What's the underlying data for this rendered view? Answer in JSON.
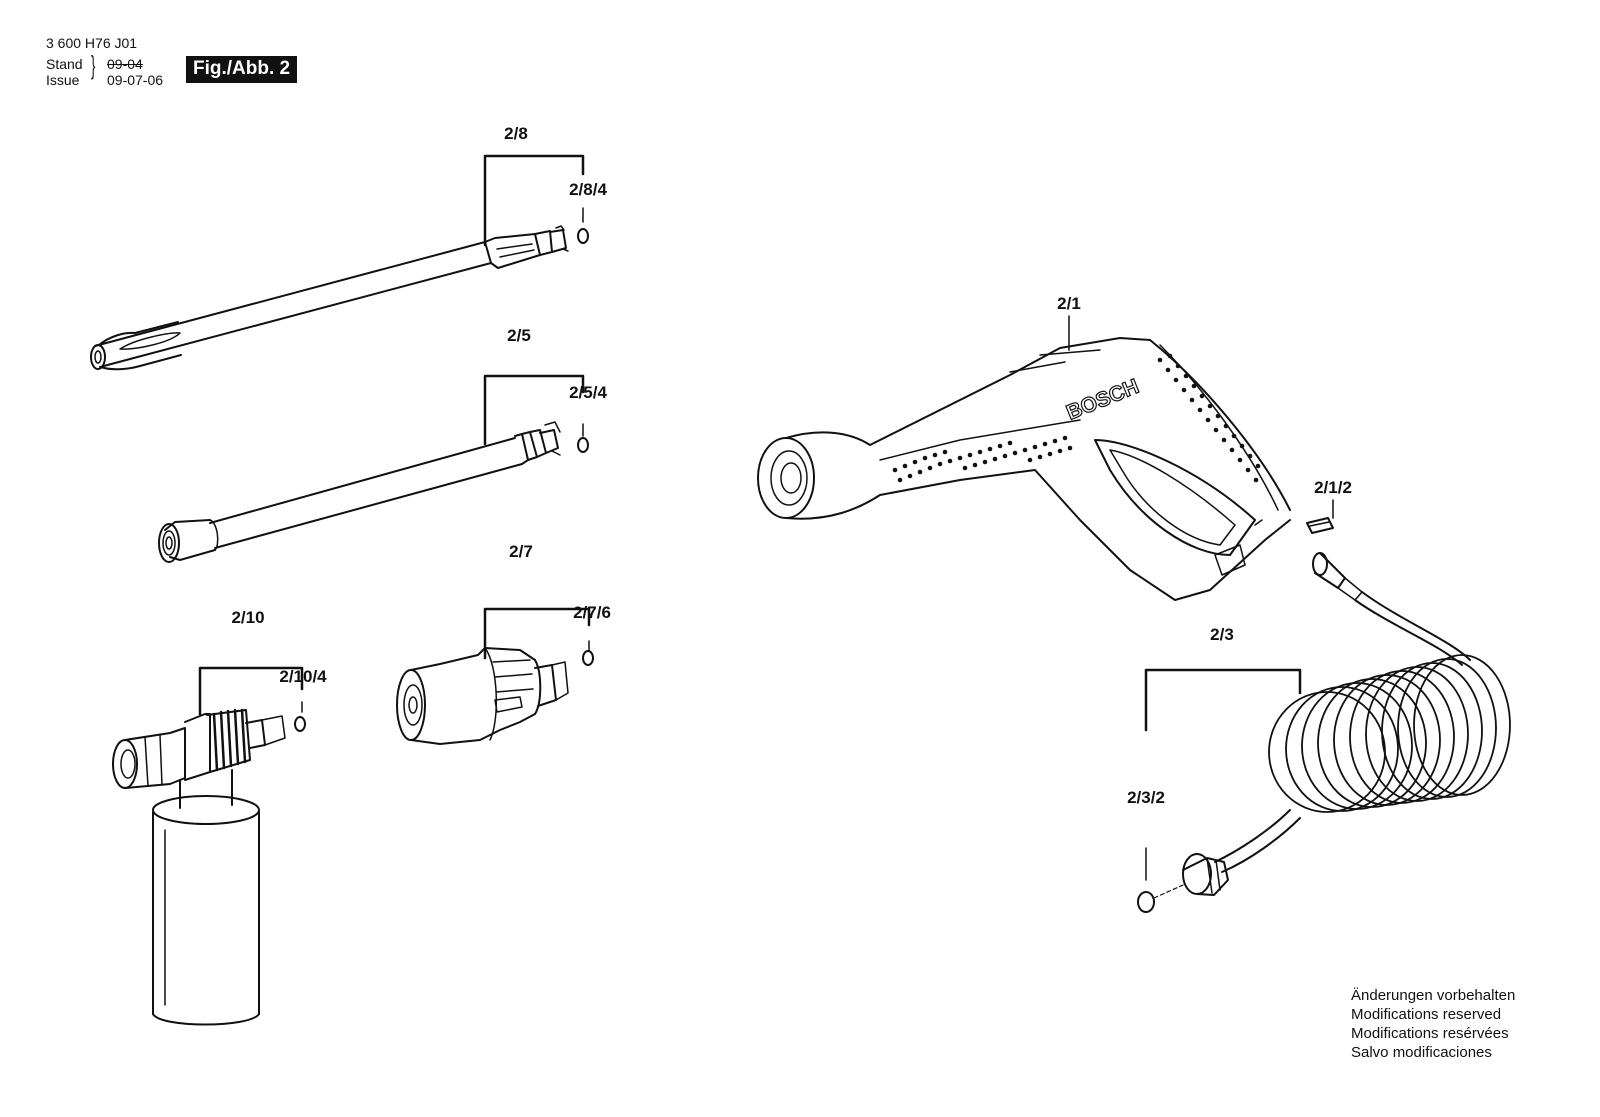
{
  "header": {
    "doc_number": "3 600 H76 J01",
    "stand_label": "Stand",
    "issue_label": "Issue",
    "stand_date": "09-04",
    "issue_date": "09-07-06",
    "figure_label": "Fig./Abb. 2"
  },
  "parts": {
    "p2_8": "2/8",
    "p2_8_4": "2/8/4",
    "p2_5": "2/5",
    "p2_5_4": "2/5/4",
    "p2_7": "2/7",
    "p2_7_6": "2/7/6",
    "p2_10": "2/10",
    "p2_10_4": "2/10/4",
    "p2_1": "2/1",
    "p2_1_2": "2/1/2",
    "p2_3": "2/3",
    "p2_3_2": "2/3/2"
  },
  "brand_text": "BOSCH",
  "footer_notes": [
    "Änderungen vorbehalten",
    "Modifications reserved",
    "Modifications resérvées",
    "Salvo modificaciones"
  ]
}
